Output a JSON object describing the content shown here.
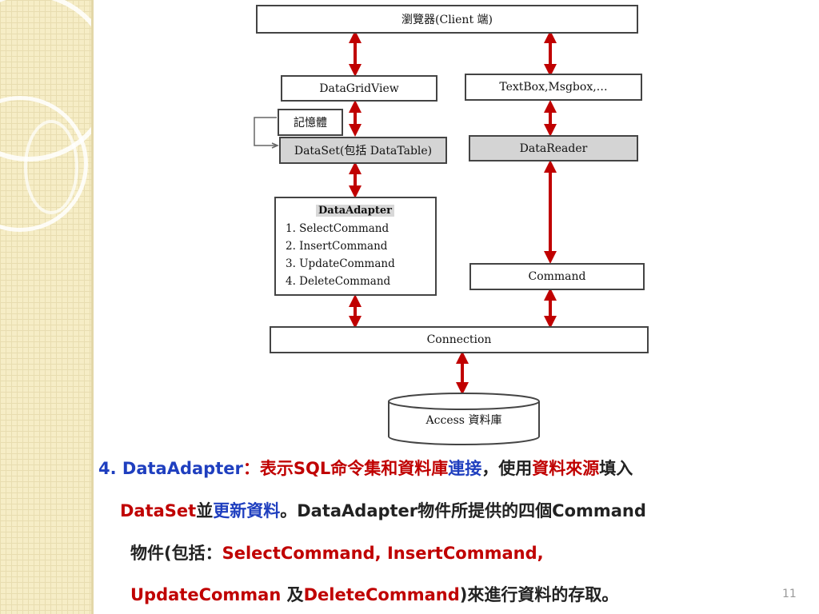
{
  "diagram": {
    "browser": "瀏覽器(Client 端)",
    "datagridview": "DataGridView",
    "textbox": "TextBox,Msgbox,…",
    "memory": "記憶體",
    "dataset": "DataSet(包括 DataTable)",
    "datareader": "DataReader",
    "adapter_title": "DataAdapter",
    "adapter_items": [
      "1. SelectCommand",
      "2. InsertCommand",
      "3. UpdateCommand",
      "4. DeleteCommand"
    ],
    "command": "Command",
    "connection": "Connection",
    "database": "Access  資料庫"
  },
  "description": {
    "l1_a": "4. DataAdapter",
    "l1_b": "：表示",
    "l1_c": "SQL命令集和資料庫",
    "l1_d": "連接",
    "l1_e": "，使用",
    "l1_f": "資料來源",
    "l1_g": "填入",
    "l2_a": "DataSet",
    "l2_b": "並",
    "l2_c": "更新資料",
    "l2_d": "。DataAdapter物件所提供的四個Command",
    "l3_a": "物件(包括：",
    "l3_b": "SelectCommand, InsertCommand,",
    "l4_a": "UpdateComman",
    "l4_b": " 及",
    "l4_c": "DeleteCommand",
    "l4_d": ")來進行資料的存取。"
  },
  "page_number": "11",
  "colors": {
    "arrow": "#c00000",
    "blue_text": "#1f3fbf",
    "red_text": "#c00000",
    "sidebar": "#f6edc6"
  }
}
